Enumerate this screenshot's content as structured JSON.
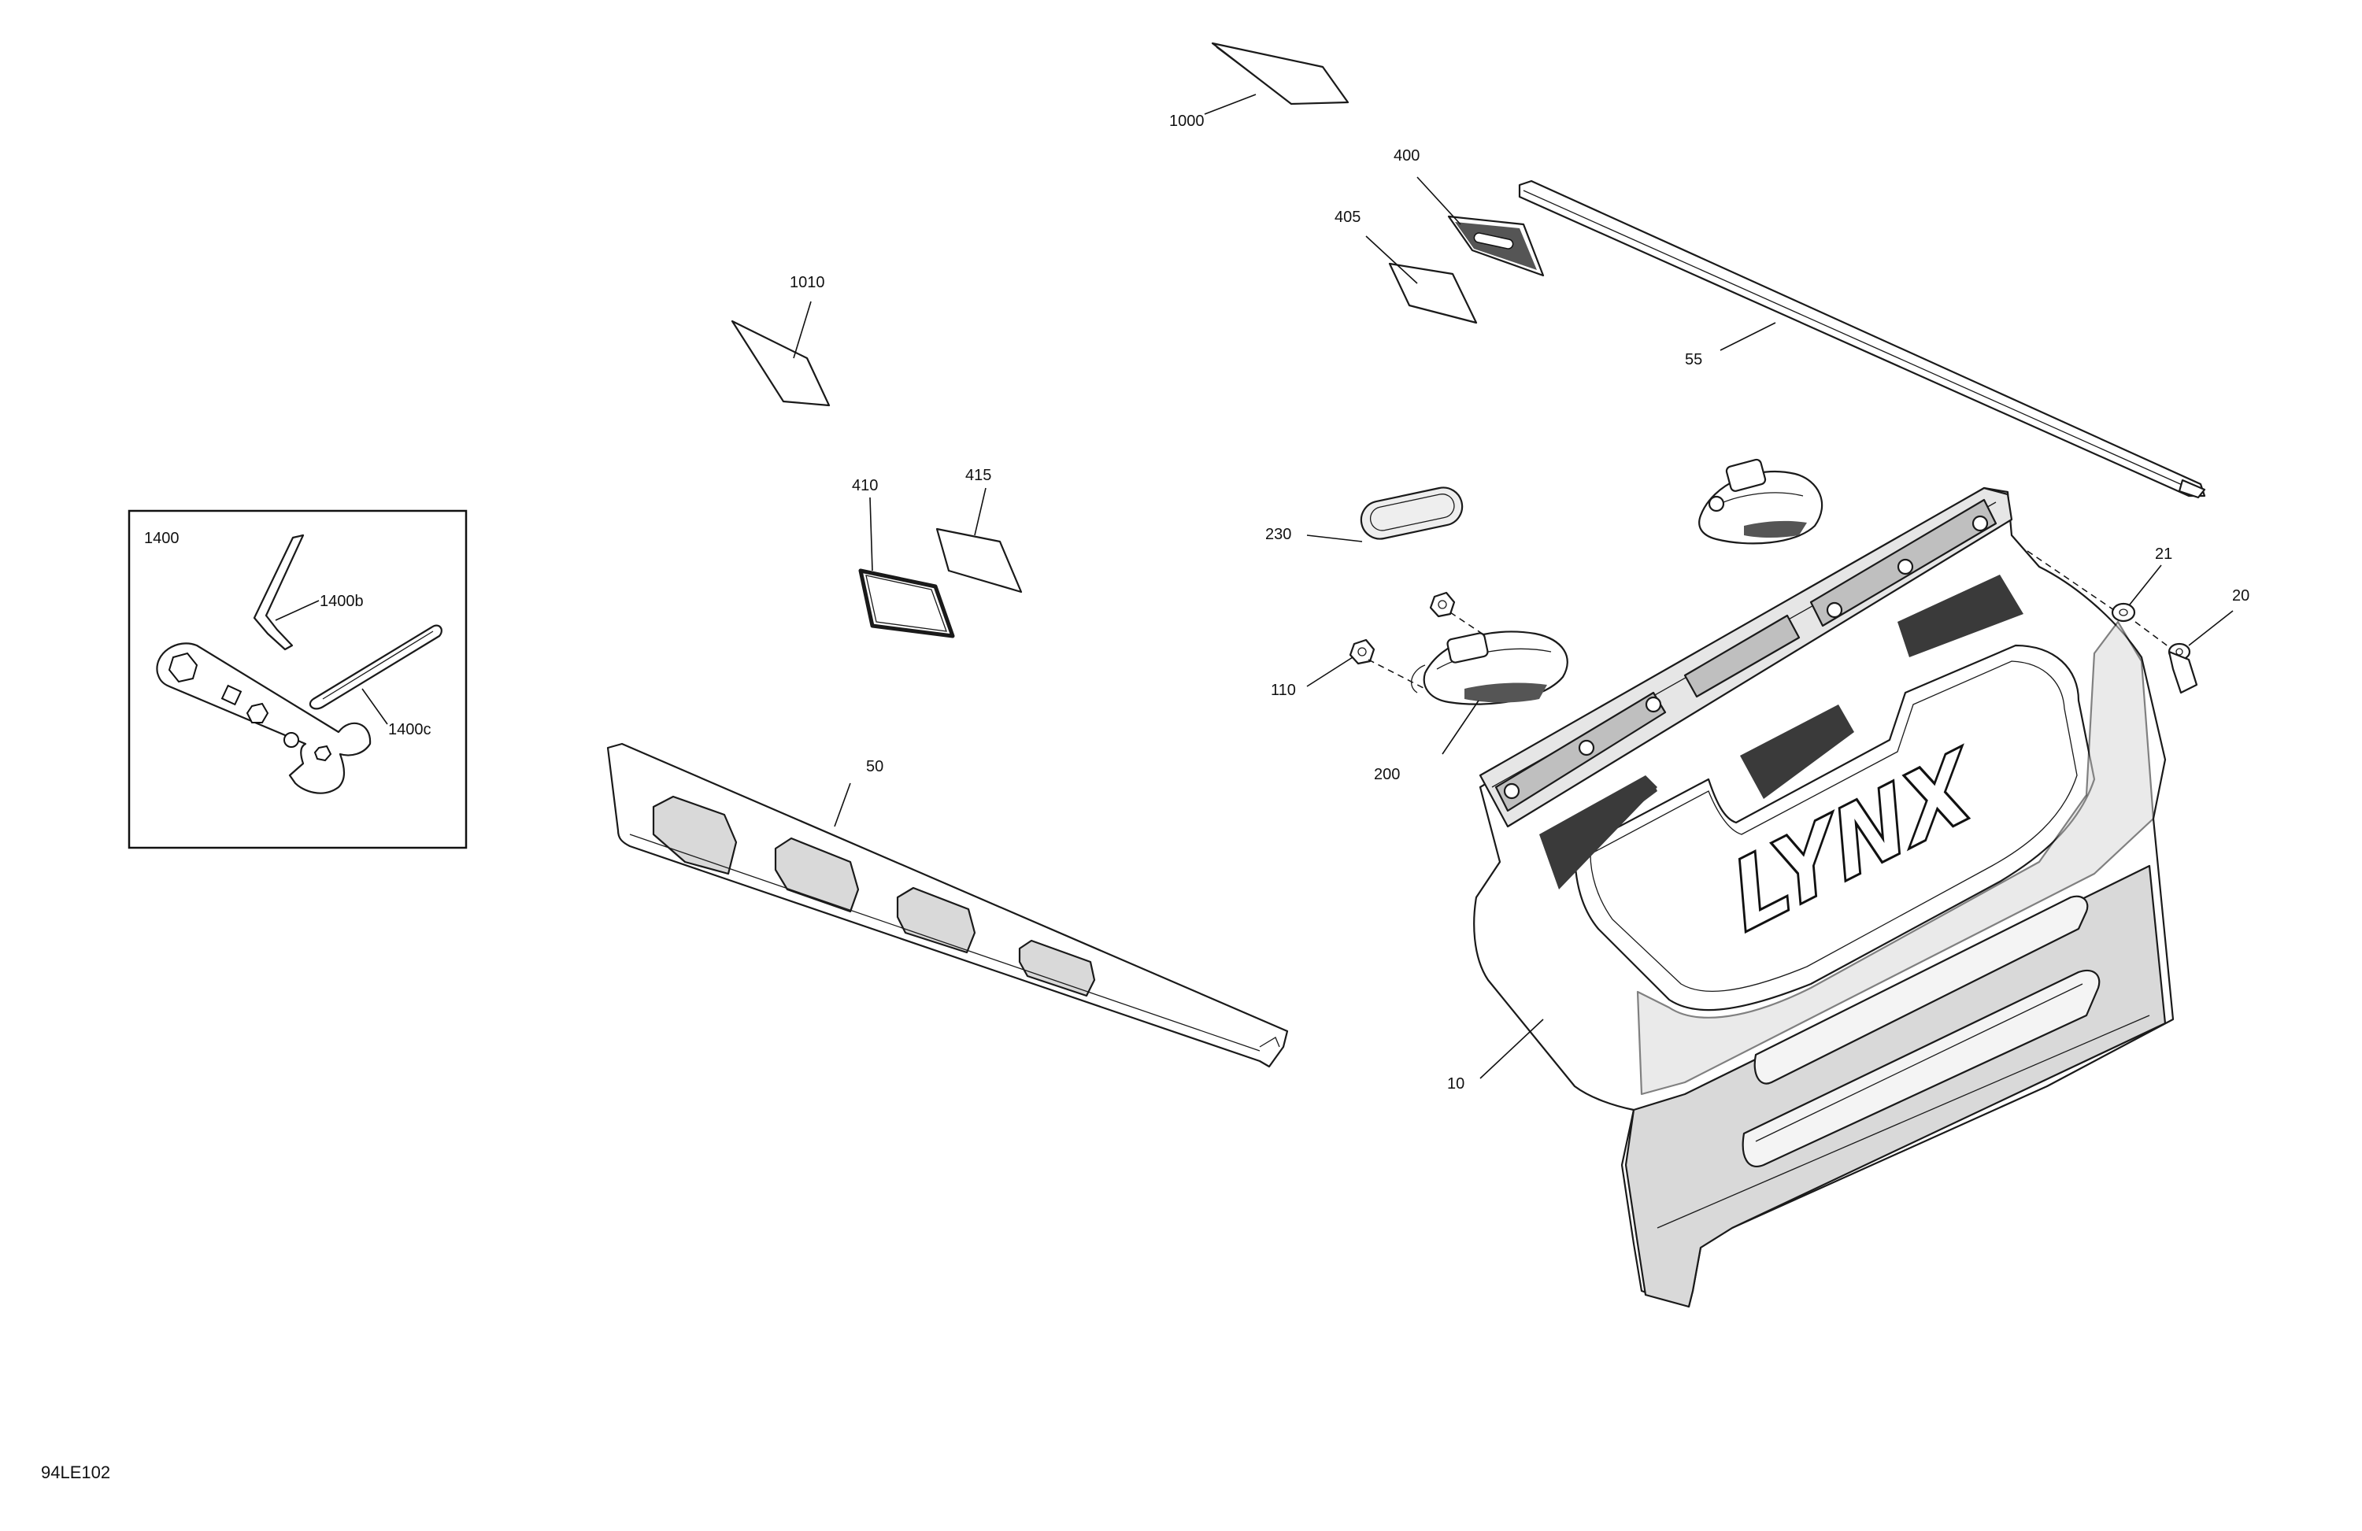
{
  "diagram_code": "94LE102",
  "brand_logo_text": "LYNX",
  "callouts": {
    "c1000": "1000",
    "c400": "400",
    "c405": "405",
    "c1010": "1010",
    "c55": "55",
    "c410": "410",
    "c415": "415",
    "c230": "230",
    "c21": "21",
    "c20": "20",
    "c110": "110",
    "c200": "200",
    "c50": "50",
    "c10": "10"
  },
  "kit_box": {
    "kit": "1400",
    "item_b": "1400b",
    "item_c": "1400c"
  }
}
